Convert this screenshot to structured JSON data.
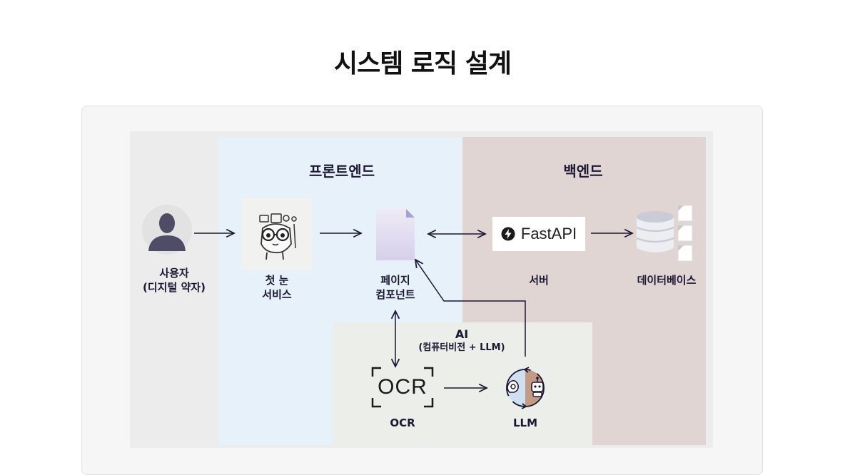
{
  "title": "시스템 로직 설계",
  "zones": {
    "frontend": "프론트엔드",
    "backend": "백엔드",
    "ai_title": "AI",
    "ai_subtitle": "(컴퓨터비전 + LLM)"
  },
  "nodes": {
    "user_line1": "사용자",
    "user_line2": "(디지털 약자)",
    "service_line1": "첫 눈",
    "service_line2": "서비스",
    "page_line1": "페이지",
    "page_line2": "컴포넌트",
    "server": "서버",
    "database": "데이터베이스",
    "ocr": "OCR",
    "llm": "LLM"
  },
  "logos": {
    "fastapi": "FastAPI",
    "ocr": "OCR"
  },
  "colors": {
    "frontend_bg": "#e7f1fa",
    "backend_bg": "#e0d5d3",
    "ai_bg": "#eceeea",
    "arrow": "#1c1733"
  },
  "icons": [
    "user-silhouette-icon",
    "mascot-icon",
    "document-icon",
    "fastapi-bolt-icon",
    "database-icon",
    "ocr-frame-icon",
    "llm-cycle-icon"
  ]
}
